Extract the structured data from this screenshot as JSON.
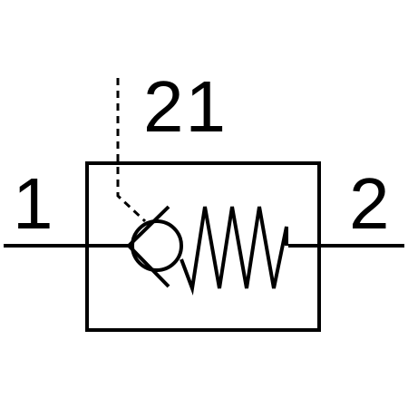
{
  "symbol": {
    "type": "pilot-operated check valve",
    "ports": {
      "inlet_label": "1",
      "outlet_label": "2",
      "pilot_label": "21"
    },
    "colors": {
      "stroke": "#000000",
      "background": "#ffffff"
    }
  }
}
